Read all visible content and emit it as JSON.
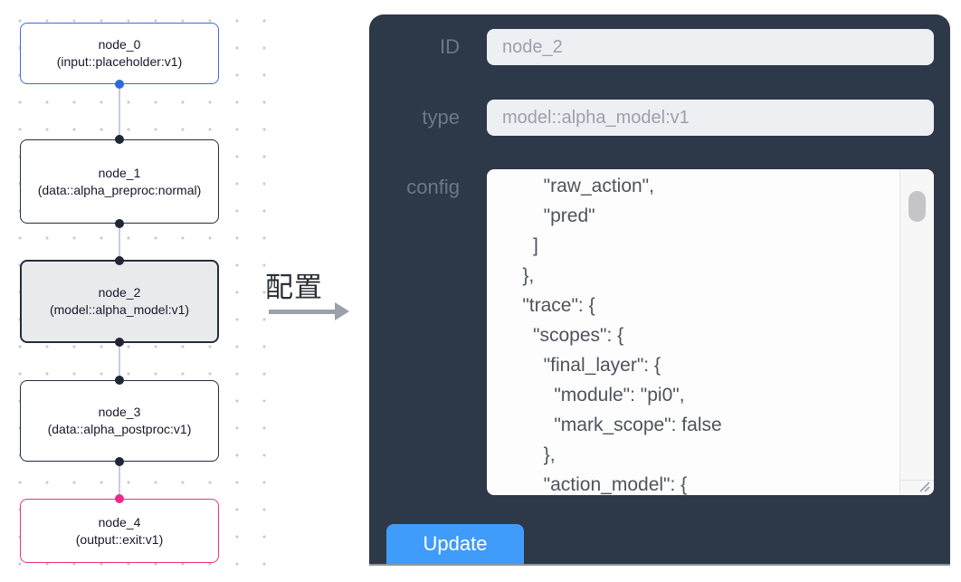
{
  "canvas": {
    "nodes": [
      {
        "title": "node_0",
        "subtitle": "(input::placeholder:v1)"
      },
      {
        "title": "node_1",
        "subtitle": "(data::alpha_preproc:normal)"
      },
      {
        "title": "node_2",
        "subtitle": "(model::alpha_model:v1)"
      },
      {
        "title": "node_3",
        "subtitle": "(data::alpha_postproc:v1)"
      },
      {
        "title": "node_4",
        "subtitle": "(output::exit:v1)"
      }
    ],
    "selected_node": "node_2"
  },
  "annotation": {
    "label": "配置"
  },
  "panel": {
    "id_field": {
      "label": "ID",
      "value": "node_2"
    },
    "type_field": {
      "label": "type",
      "value": "model::alpha_model:v1"
    },
    "config_field": {
      "label": "config",
      "value": "        \"raw_action\",\n        \"pred\"\n      ]\n    },\n    \"trace\": {\n      \"scopes\": {\n        \"final_layer\": {\n          \"module\": \"pi0\",\n          \"mark_scope\": false\n        },\n        \"action_model\": {"
    },
    "update_button": "Update"
  },
  "colors": {
    "panel_bg": "#2d3849",
    "input_bg": "#edeff3",
    "node_input_border": "#3c6ed6",
    "node_default_border": "#242c3e",
    "node_selected_bg": "#e9eaec",
    "node_output_border": "#ea3187",
    "port_blue": "#2d69e1",
    "port_dark": "#1f2736",
    "port_pink": "#f1298c",
    "update_button_bg": "#3f9cfa",
    "arrow": "#9aa1a9"
  }
}
